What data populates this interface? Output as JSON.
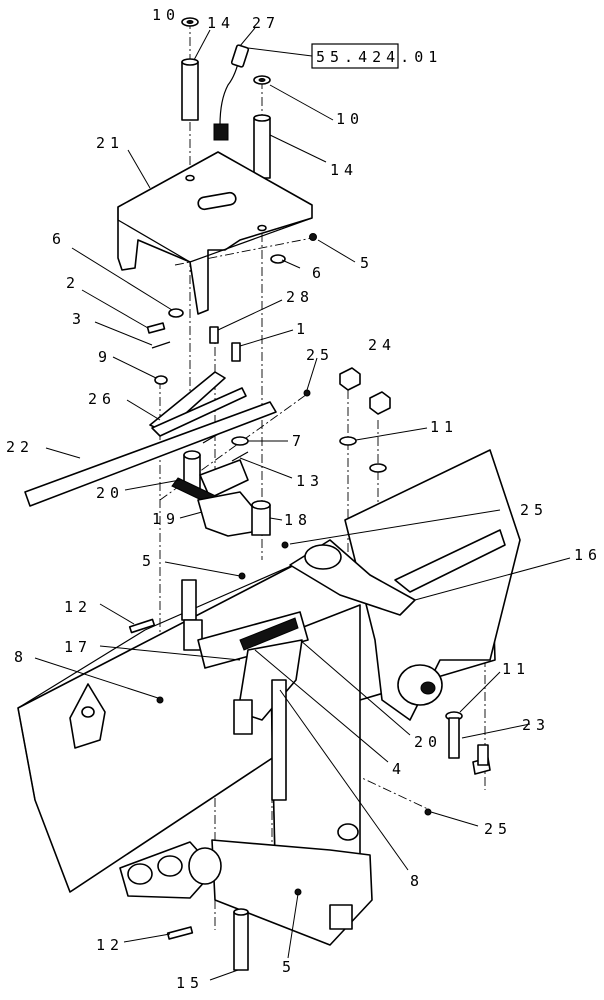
{
  "reference": "55.424.01",
  "callouts": [
    "10",
    "14",
    "27",
    "10",
    "14",
    "21",
    "6",
    "6",
    "5",
    "28",
    "2",
    "3",
    "1",
    "9",
    "25",
    "24",
    "26",
    "7",
    "11",
    "22",
    "13",
    "20",
    "19",
    "18",
    "25",
    "16",
    "5",
    "12",
    "17",
    "8",
    "11",
    "23",
    "20",
    "4",
    "25",
    "8",
    "12",
    "5",
    "15"
  ]
}
